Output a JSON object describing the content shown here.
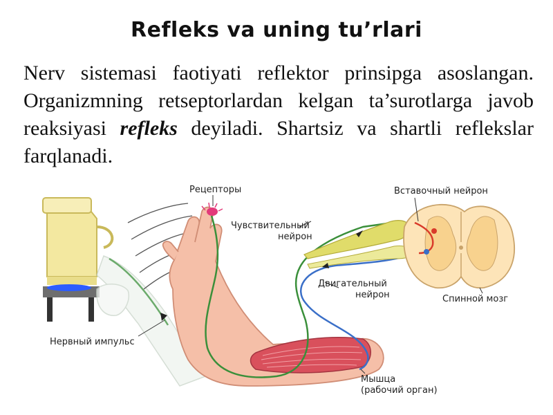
{
  "slide": {
    "title": "Refleks va uning tu’rlari",
    "paragraph": {
      "before": "Nerv sistemasi faotiyati reflektor prinsipga asoslangan. Organizmning retseptorlardan kelgan ta’surotlarga javob reaksiyasi ",
      "term": "refleks",
      "after": " deyiladi. Shartsiz va shartli reflekslar farqlanadi."
    }
  },
  "diagram": {
    "labels": {
      "receptors": "Рецепторы",
      "sensory_1": "Чувствительный",
      "sensory_2": "нейрон",
      "interneuron": "Вставочный нейрон",
      "motor_1": "Двигательный",
      "motor_2": "нейрон",
      "spinal_cord": "Спинной мозг",
      "nerve_impulse": "Нервный импульс",
      "muscle_1": "Мышца",
      "muscle_2": "(рабочий орган)"
    },
    "colors": {
      "sensory": "#3a8f3a",
      "motor": "#3a6fc8",
      "ganglion": "#e0dc6a",
      "muscle": "#d9505c",
      "receptor": "#e23a7a",
      "skin": "#f5bfa8",
      "spinal_cord": "#fde4b8",
      "pot": "#f3e8a0"
    }
  }
}
